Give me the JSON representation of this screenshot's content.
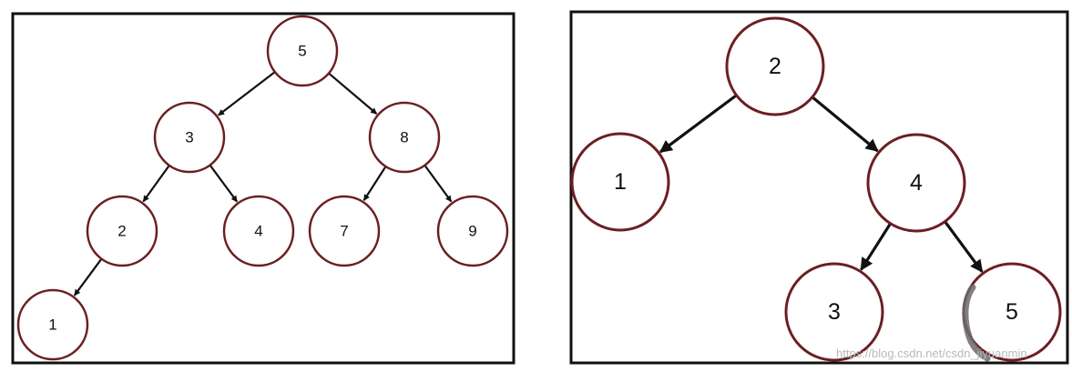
{
  "trees": [
    {
      "nodes": [
        {
          "id": "5",
          "label": "5"
        },
        {
          "id": "3",
          "label": "3"
        },
        {
          "id": "8",
          "label": "8"
        },
        {
          "id": "2",
          "label": "2"
        },
        {
          "id": "4",
          "label": "4"
        },
        {
          "id": "7",
          "label": "7"
        },
        {
          "id": "9",
          "label": "9"
        },
        {
          "id": "1",
          "label": "1"
        }
      ],
      "edges": [
        [
          "5",
          "3"
        ],
        [
          "5",
          "8"
        ],
        [
          "3",
          "2"
        ],
        [
          "3",
          "4"
        ],
        [
          "8",
          "7"
        ],
        [
          "8",
          "9"
        ],
        [
          "2",
          "1"
        ]
      ]
    },
    {
      "nodes": [
        {
          "id": "2",
          "label": "2"
        },
        {
          "id": "1",
          "label": "1"
        },
        {
          "id": "4",
          "label": "4"
        },
        {
          "id": "3",
          "label": "3"
        },
        {
          "id": "5",
          "label": "5"
        }
      ],
      "edges": [
        [
          "2",
          "1"
        ],
        [
          "2",
          "4"
        ],
        [
          "4",
          "3"
        ],
        [
          "4",
          "5"
        ]
      ]
    }
  ],
  "watermark": "https://blog.csdn.net/csdn_jiyuanmin"
}
